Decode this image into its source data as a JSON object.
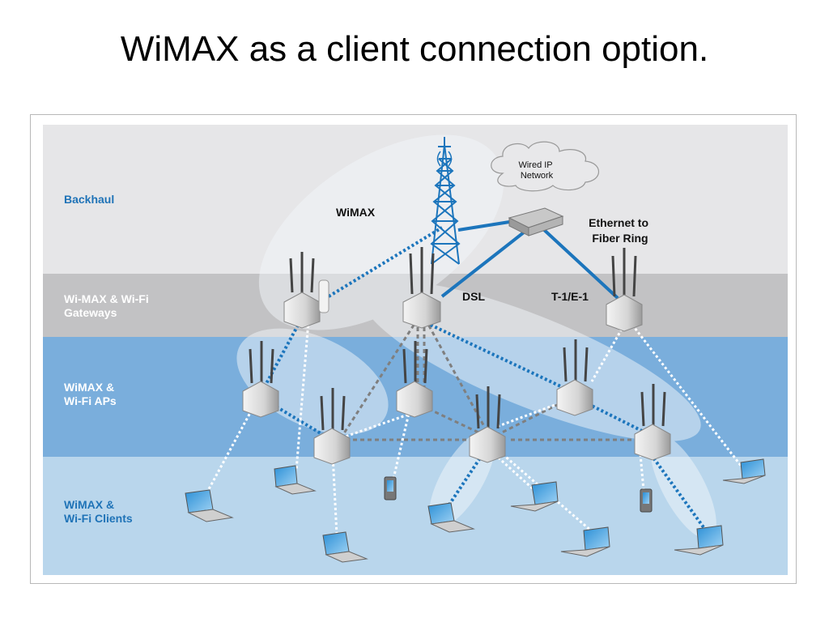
{
  "title": "WiMAX as a client connection option.",
  "diagram": {
    "bands": {
      "backhaul": "Backhaul",
      "gateways": [
        "Wi-MAX & Wi-Fi",
        "Gateways"
      ],
      "aps": [
        "WiMAX &",
        "Wi-Fi APs"
      ],
      "clients": [
        "WiMAX &",
        "Wi-Fi Clients"
      ]
    },
    "labels": {
      "wimax": "WiMAX",
      "cloud": [
        "Wired IP",
        "Network"
      ],
      "ethernet": [
        "Ethernet to",
        "Fiber Ring"
      ],
      "dsl": "DSL",
      "t1e1": "T-1/E-1"
    },
    "colors": {
      "backhaul_band": "#e6e6e8",
      "gateway_band": "#c2c2c4",
      "ap_band": "#7aaedc",
      "client_band": "#b9d6ec",
      "band_label": "#1f73b7",
      "wired_link": "#1c75bc",
      "wimax_link": "#1c75bc",
      "wifi_link": "#ffffff",
      "mesh_link": "#7f7f7f"
    }
  }
}
